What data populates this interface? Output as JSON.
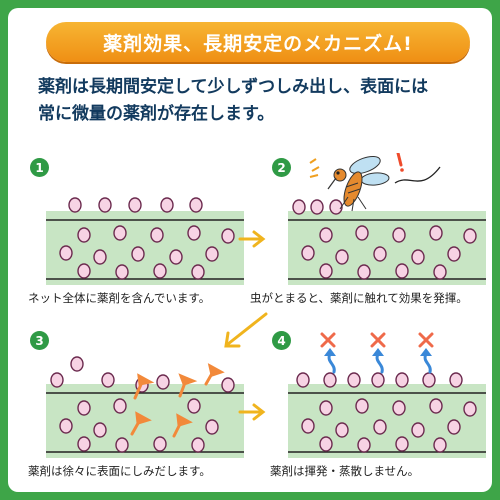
{
  "header": {
    "title": "薬剤効果、長期安定のメカニズム!"
  },
  "intro": {
    "line1": "薬剤は長期間安定して少しずつしみ出し、表面には",
    "line2": "常に微量の薬剤が存在します。"
  },
  "steps": [
    {
      "number": "1",
      "caption": "ネット全体に薬剤を含んでいます。"
    },
    {
      "number": "2",
      "caption": "虫がとまると、薬剤に触れて効果を発揮。"
    },
    {
      "number": "3",
      "caption": "薬剤は徐々に表面にしみだします。"
    },
    {
      "number": "4",
      "caption": "薬剤は揮発・蒸散しません。"
    }
  ],
  "colors": {
    "background": "#3ea548",
    "title_bar": "#f29a1f",
    "net_fill": "#c8e5c4",
    "granule_fill": "#f7d3e4",
    "granule_stroke": "#6b2a4e",
    "up_arrow_orange": "#f2893a",
    "up_arrow_blue": "#3a88d8",
    "cross_mark": "#ef6a4a",
    "transition_arrow": "#f0b41e"
  },
  "icons": {
    "step2_insect": "mosquito-icon",
    "step4_blocked": "cross-icon"
  }
}
